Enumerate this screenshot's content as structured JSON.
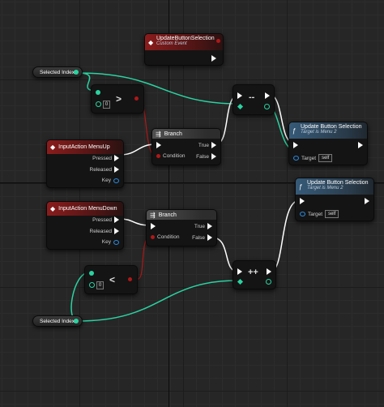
{
  "event_node": {
    "title": "UpdateButtonSelection",
    "subtitle": "Custom Event"
  },
  "var_top": {
    "label": "Selected Index"
  },
  "var_bottom": {
    "label": "Selected Index"
  },
  "compare_greater": {
    "operator": ">",
    "value": "0"
  },
  "compare_less": {
    "operator": "<",
    "value": "0"
  },
  "decrement": {
    "operator": "--"
  },
  "increment": {
    "operator": "++"
  },
  "input_up": {
    "title": "InputAction MenuUp",
    "pressed": "Pressed",
    "released": "Released",
    "key": "Key"
  },
  "input_down": {
    "title": "InputAction MenuDown",
    "pressed": "Pressed",
    "released": "Released",
    "key": "Key"
  },
  "branch_top": {
    "title": "Branch",
    "true_label": "True",
    "false_label": "False",
    "condition": "Condition"
  },
  "branch_bottom": {
    "title": "Branch",
    "true_label": "True",
    "false_label": "False",
    "condition": "Condition"
  },
  "call_top": {
    "title": "Update Button Selection",
    "subtitle": "Target is Menu 2",
    "target": "Target",
    "self": "self"
  },
  "call_bottom": {
    "title": "Update Button Selection",
    "subtitle": "Target is Menu 2",
    "target": "Target",
    "self": "self"
  },
  "colors": {
    "exec": "#ffffff",
    "int_pin": "#2ad3a0",
    "bool_pin": "#b01818",
    "object_pin": "#2a8ae0",
    "event_header": "#8a1c1c",
    "function_header": "#365a78"
  }
}
